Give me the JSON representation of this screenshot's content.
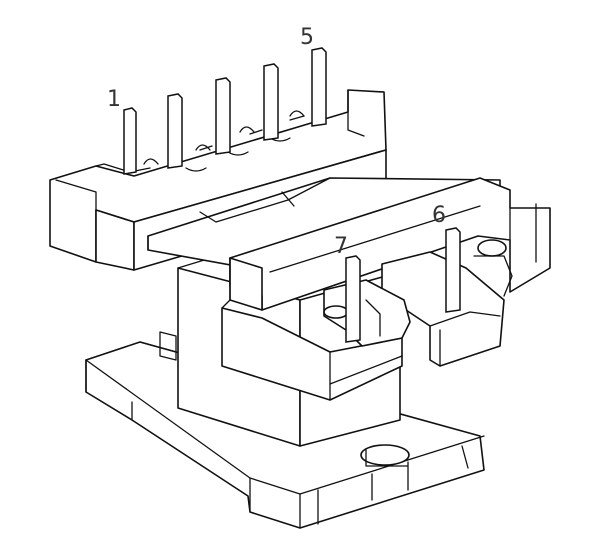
{
  "diagram": {
    "pin_labels": {
      "p1": "1",
      "p5": "5",
      "p6": "6",
      "p7": "7"
    }
  },
  "colors": {
    "line": "#111111",
    "background": "#ffffff"
  }
}
